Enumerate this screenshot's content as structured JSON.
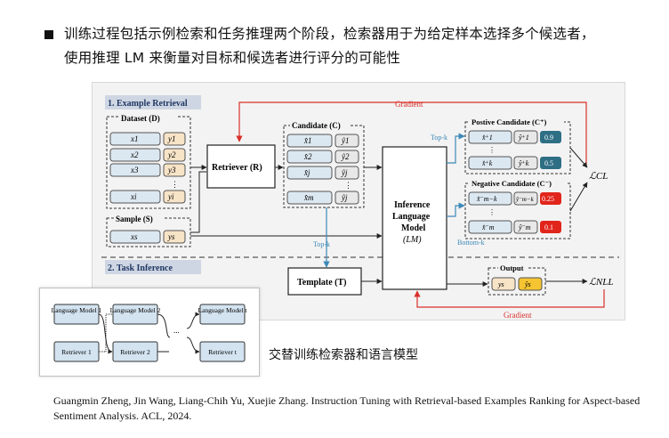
{
  "bullet": {
    "line1": "训练过程包括示例检索和任务推理两个阶段，检索器用于为给定样本选择多个候选者，",
    "line2": "使用推理 LM 来衡量对目标和候选者进行评分的可能性"
  },
  "figure": {
    "section1": "1. Example Retrieval",
    "section2": "2. Task Inference",
    "gradient_top": "Gradient",
    "gradient_bottom": "Gradient",
    "dataset_title": "Dataset (D)",
    "dataset_x": [
      "x1",
      "x2",
      "x3",
      "xi"
    ],
    "dataset_y": [
      "y1",
      "y2",
      "y3",
      "yi"
    ],
    "sample_title": "Sample (S)",
    "sample_x": "xs",
    "sample_y": "ys",
    "retriever": "Retriever (R)",
    "candidate_title": "Candidate (C)",
    "candidate_x": [
      "x̂1",
      "x̂2",
      "x̂j",
      "x̂m"
    ],
    "candidate_y": [
      "ŷ1",
      "ŷ2",
      "ŷj",
      "ŷm"
    ],
    "topk_upper": "Top-k",
    "topk_lower": "Top-k",
    "bottomk": "Bottom-k",
    "template": "Template (T)",
    "lm_line1": "Inference",
    "lm_line2": "Language",
    "lm_line3": "Model",
    "lm_line4": "(LM)",
    "pos_title": "Postive Candidate (C⁺)",
    "pos_x": [
      "x̂⁺1",
      "x̂⁺k"
    ],
    "pos_y": [
      "ŷ⁺1",
      "ŷ⁺k"
    ],
    "pos_scores": [
      "0.9",
      "0.5"
    ],
    "neg_title": "Negative Candidate (C⁻)",
    "neg_x": [
      "x̂⁻m−k",
      "x̂⁻m"
    ],
    "neg_y": [
      "ŷ⁻m−k",
      "ŷ⁻m"
    ],
    "neg_scores": [
      "0.25",
      "0.1"
    ],
    "loss_cl": "ℒCL",
    "loss_nll": "ℒNLL",
    "output_title": "Output",
    "output_y": "ys",
    "output_yhat": "ŷs",
    "ellipsis": "⋮"
  },
  "inset": {
    "lm1": "Language Model 1",
    "lm2": "Language Model 2",
    "lmt": "Language Model t",
    "r1": "Retriever 1",
    "r2": "Retriever 2",
    "rt": "Retriever t",
    "dots": "..."
  },
  "caption": "交替训练检索器和语言模型",
  "reference": "Guangmin Zheng, Jin Wang, Liang-Chih Yu, Xuejie Zhang. Instruction Tuning with Retrieval-based Examples Ranking for Aspect-based Sentiment Analysis. ACL, 2024.",
  "colors": {
    "x_cell": "#dce8f1",
    "y_cell": "#f7e3c6",
    "pos_score": "#2e6f85",
    "neg_score": "#e1251b",
    "gradient": "#d9302b",
    "topk": "#3d89b8",
    "output_y": "#f5c431"
  }
}
